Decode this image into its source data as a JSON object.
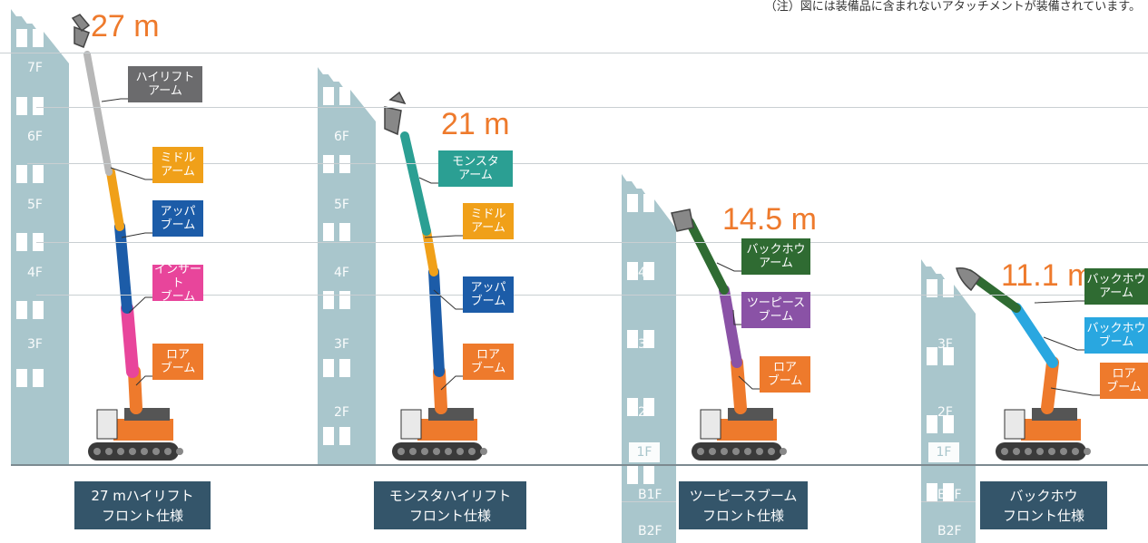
{
  "note": "（注）図には装備品に含まれないアタッチメントが装備されています。",
  "colors": {
    "building": "#a9c6cc",
    "orange": "#ee7a2c",
    "gray_arm": "#6b6b6d",
    "middle_arm": "#f0a019",
    "upper_boom": "#1c5ca8",
    "insert_boom": "#e8459b",
    "monster_arm": "#2b9f93",
    "backhoe_arm": "#2f6b32",
    "two_piece": "#8a52a6",
    "backhoe_boom": "#29a7e0",
    "caption_bg": "#34556a"
  },
  "units": [
    {
      "height": "27 m",
      "floors": [
        "7F",
        "6F",
        "5F",
        "4F",
        "3F"
      ],
      "labels": [
        {
          "text": "ハイリフト\nアーム",
          "color": "#6b6b6d"
        },
        {
          "text": "ミドル\nアーム",
          "color": "#f0a019"
        },
        {
          "text": "アッパ\nブーム",
          "color": "#1c5ca8"
        },
        {
          "text": "インサート\nブーム",
          "color": "#e8459b"
        },
        {
          "text": "ロア\nブーム",
          "color": "#ee7a2c"
        }
      ],
      "caption": "27 mハイリフト\nフロント仕様"
    },
    {
      "height": "21 m",
      "floors": [
        "6F",
        "5F",
        "4F",
        "3F",
        "2F"
      ],
      "labels": [
        {
          "text": "モンスタ\nアーム",
          "color": "#2b9f93"
        },
        {
          "text": "ミドル\nアーム",
          "color": "#f0a019"
        },
        {
          "text": "アッパ\nブーム",
          "color": "#1c5ca8"
        },
        {
          "text": "ロア\nブーム",
          "color": "#ee7a2c"
        }
      ],
      "caption": "モンスタハイリフト\nフロント仕様"
    },
    {
      "height": "14.5 m",
      "floors": [
        "4F",
        "3F",
        "2F",
        "1F",
        "B1F",
        "B2F"
      ],
      "labels": [
        {
          "text": "バックホウ\nアーム",
          "color": "#2f6b32"
        },
        {
          "text": "ツーピース\nブーム",
          "color": "#8a52a6"
        },
        {
          "text": "ロア\nブーム",
          "color": "#ee7a2c"
        }
      ],
      "caption": "ツーピースブーム\nフロント仕様"
    },
    {
      "height": "11.1 m",
      "floors": [
        "3F",
        "2F",
        "1F",
        "B1F",
        "B2F"
      ],
      "labels": [
        {
          "text": "バックホウ\nアーム",
          "color": "#2f6b32"
        },
        {
          "text": "バックホウ\nブーム",
          "color": "#29a7e0"
        },
        {
          "text": "ロア\nブーム",
          "color": "#ee7a2c"
        }
      ],
      "caption": "バックホウ\nフロント仕様"
    }
  ]
}
